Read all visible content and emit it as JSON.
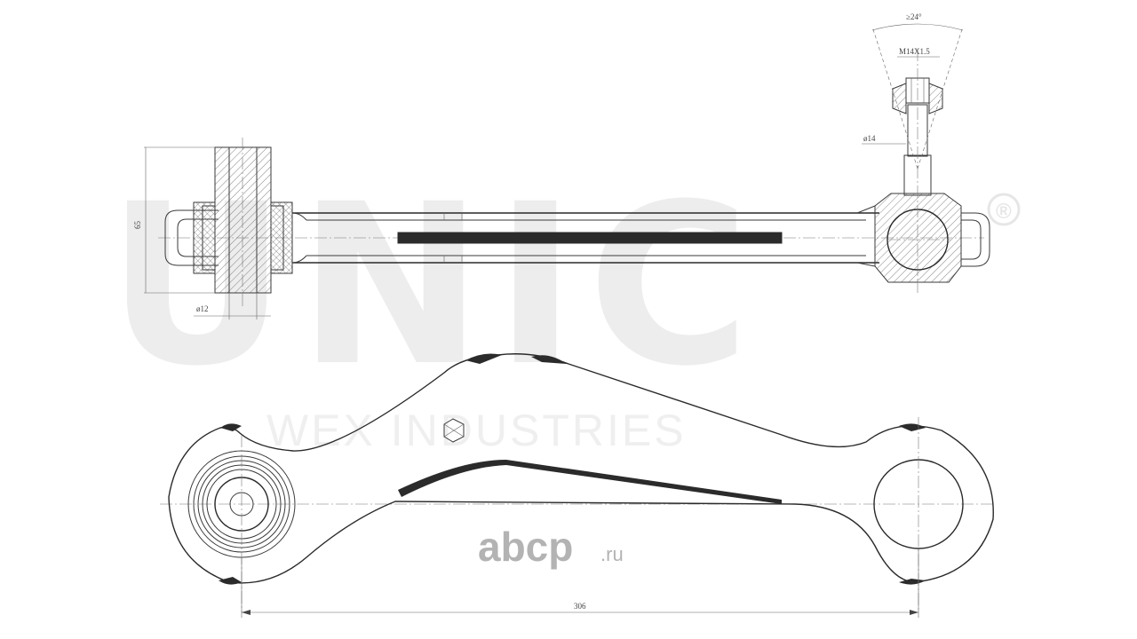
{
  "watermark": {
    "brand": "UNIC",
    "registered": "®",
    "company": "WEX INDUSTRIES"
  },
  "logo": {
    "text": "abcp",
    "suffix": ".ru"
  },
  "dimensions": {
    "angle": "≥24°",
    "thread": "M14X1.5",
    "ball_pin_diameter": "ø14",
    "bushing_diameter": "ø12",
    "height": "65",
    "length": "306"
  }
}
